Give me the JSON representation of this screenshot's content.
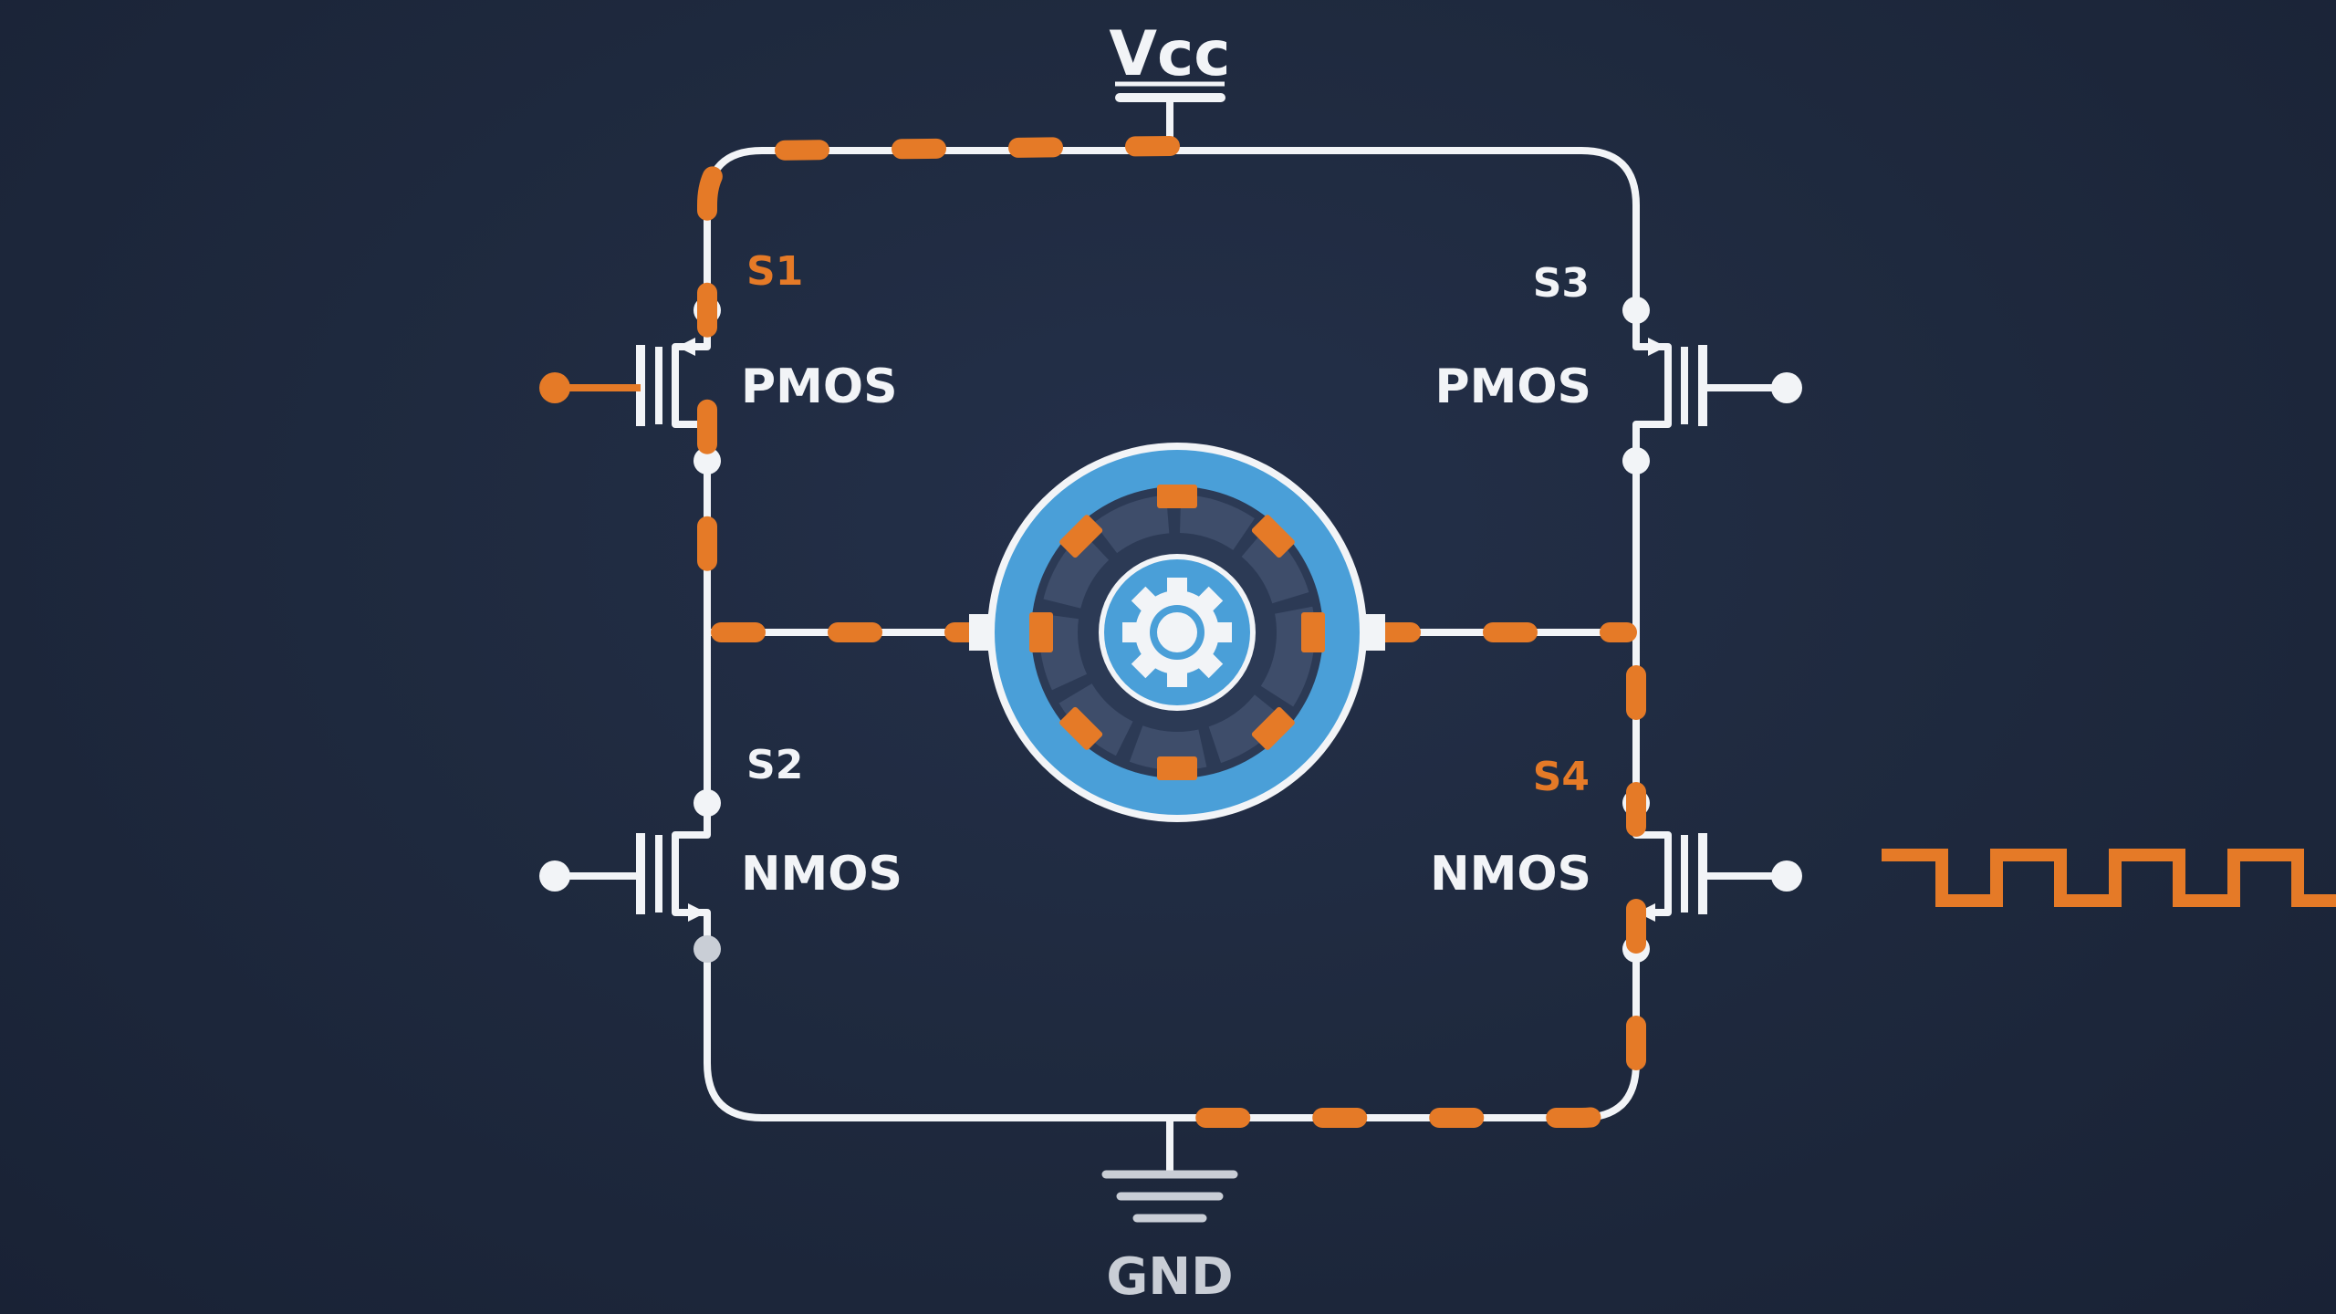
{
  "supply": {
    "label": "Vcc"
  },
  "ground": {
    "label": "GND"
  },
  "switches": [
    {
      "id": "S1",
      "label": "S1",
      "type": "PMOS",
      "state": "on"
    },
    {
      "id": "S2",
      "label": "S2",
      "type": "NMOS",
      "state": "off"
    },
    {
      "id": "S3",
      "label": "S3",
      "type": "PMOS",
      "state": "off"
    },
    {
      "id": "S4",
      "label": "S4",
      "type": "NMOS",
      "state": "on"
    }
  ],
  "load": {
    "icon": "dc-motor-icon"
  },
  "signal": {
    "icon": "pwm-square-wave-icon",
    "applied_to": "S4"
  },
  "colors": {
    "background": "#1f2a3f",
    "wire": "#f2f4f7",
    "active": "#e57a27",
    "motor_blue": "#4a9fd8",
    "motor_dark": "#33415a"
  }
}
